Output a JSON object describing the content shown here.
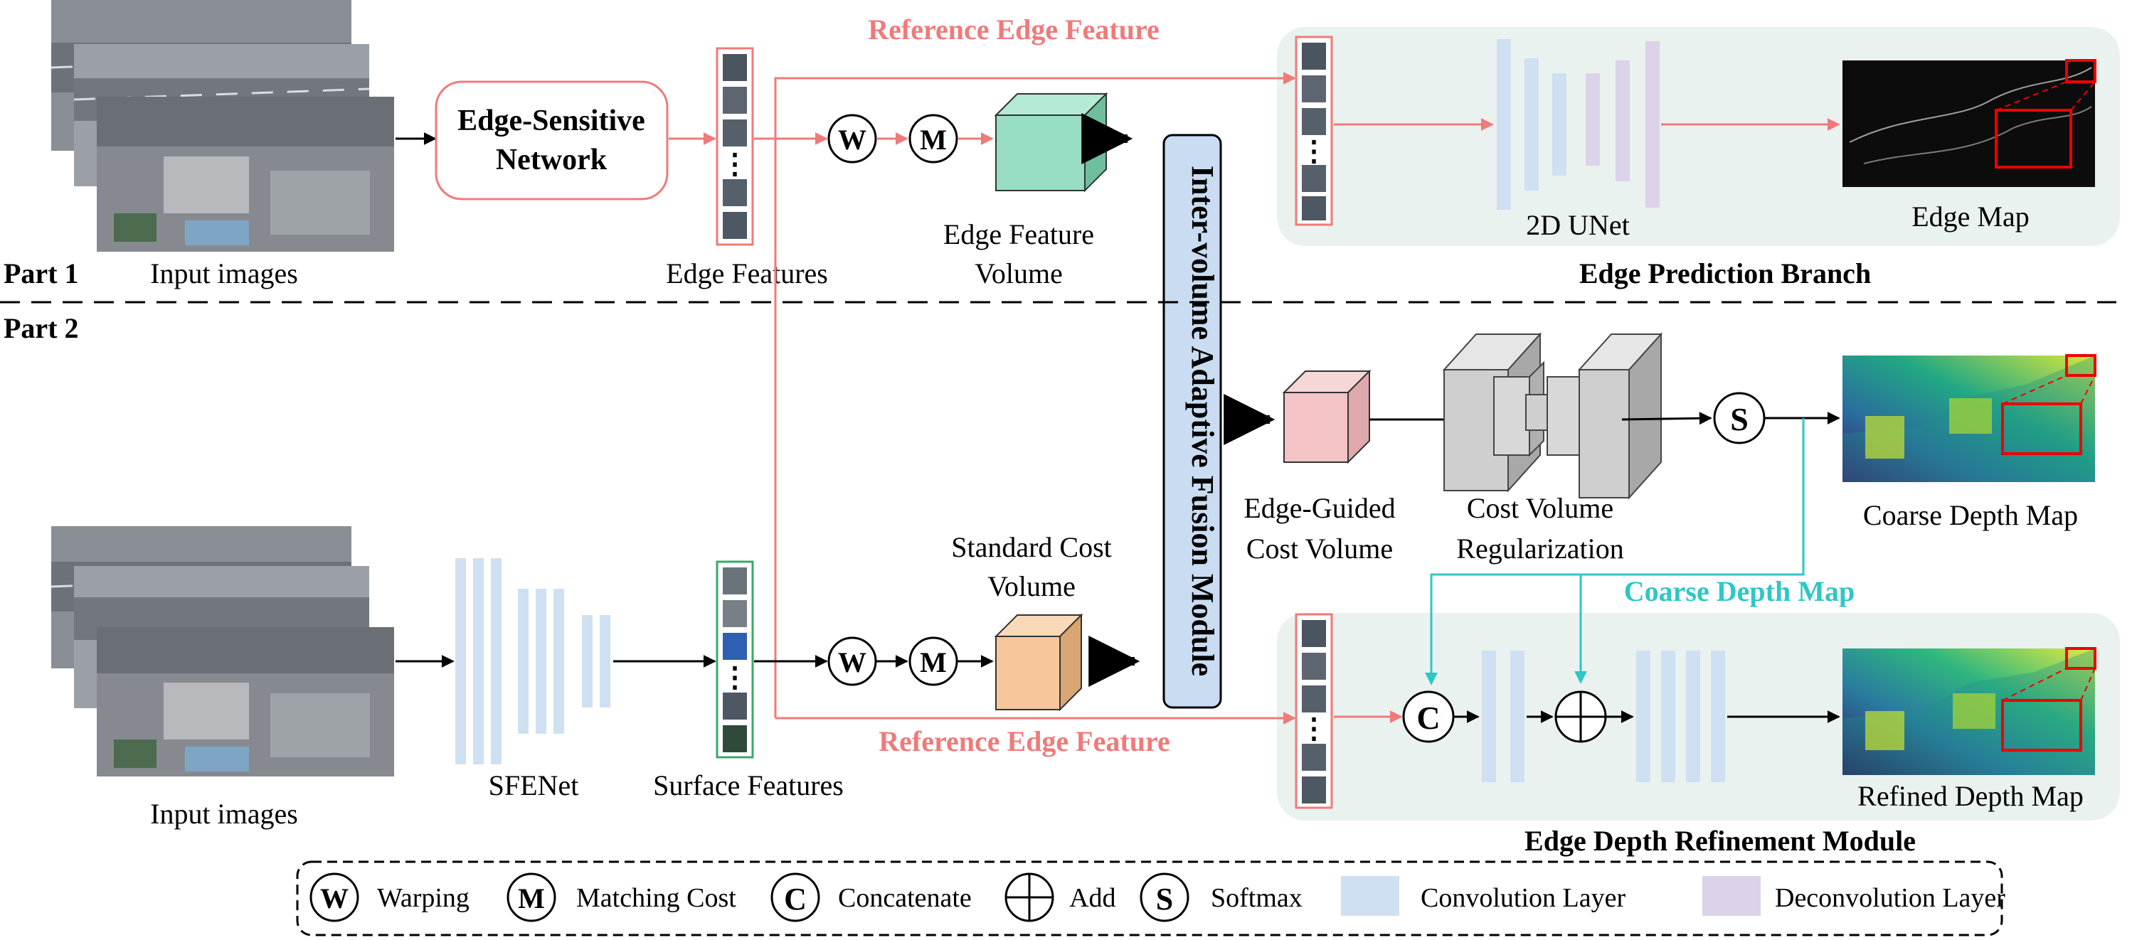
{
  "part1": {
    "label": "Part 1",
    "input_label": "Input images",
    "esn_label": [
      "Edge-Sensitive",
      "Network"
    ],
    "edge_features_label": "Edge Features",
    "ref_edge_top": "Reference Edge Feature",
    "warp_symbol": "W",
    "match_symbol": "M",
    "edge_volume_label": [
      "Edge Feature",
      "Volume"
    ],
    "unet_label": "2D UNet",
    "edge_map_label": "Edge Map",
    "branch_title": "Edge Prediction Branch"
  },
  "part2": {
    "label": "Part 2",
    "input_label": "Input images",
    "sfenet_label": "SFENet",
    "surface_label": "Surface Features",
    "std_volume_label": [
      "Standard Cost",
      "Volume"
    ],
    "ref_edge_bottom": "Reference Edge Feature",
    "fusion_label": "Inter-volume Adaptive Fusion Module",
    "guided_label": [
      "Edge-Guided",
      "Cost Volume"
    ],
    "regularization_label": [
      "Cost Volume",
      "Regularization"
    ],
    "softmax_symbol": "S",
    "coarse_label": "Coarse Depth Map",
    "coarse_teal_label": "Coarse Depth Map",
    "concat_symbol": "C",
    "refined_label": "Refined Depth Map",
    "refine_title": "Edge Depth Refinement Module"
  },
  "legend": {
    "items": [
      {
        "symbol": "W",
        "label": "Warping"
      },
      {
        "symbol": "M",
        "label": "Matching Cost"
      },
      {
        "symbol": "C",
        "label": "Concatenate"
      },
      {
        "symbol": "+",
        "label": "Add"
      },
      {
        "symbol": "S",
        "label": "Softmax"
      },
      {
        "symbol": "conv",
        "label": "Convolution Layer"
      },
      {
        "symbol": "deconv",
        "label": "Deconvolution Layer"
      }
    ]
  },
  "colors": {
    "salmon": "#f07a7a",
    "teal": "#2fc6c6",
    "conv": "#cfe0f2",
    "deconv": "#dcd2ea",
    "panel": "#e9f2ef",
    "edge_cube": "#97dec2",
    "guided_cube": "#f3c3c6",
    "std_cube": "#f6c79a",
    "fusion": "#c9dcf1",
    "surface_border": "#3aa86b"
  }
}
